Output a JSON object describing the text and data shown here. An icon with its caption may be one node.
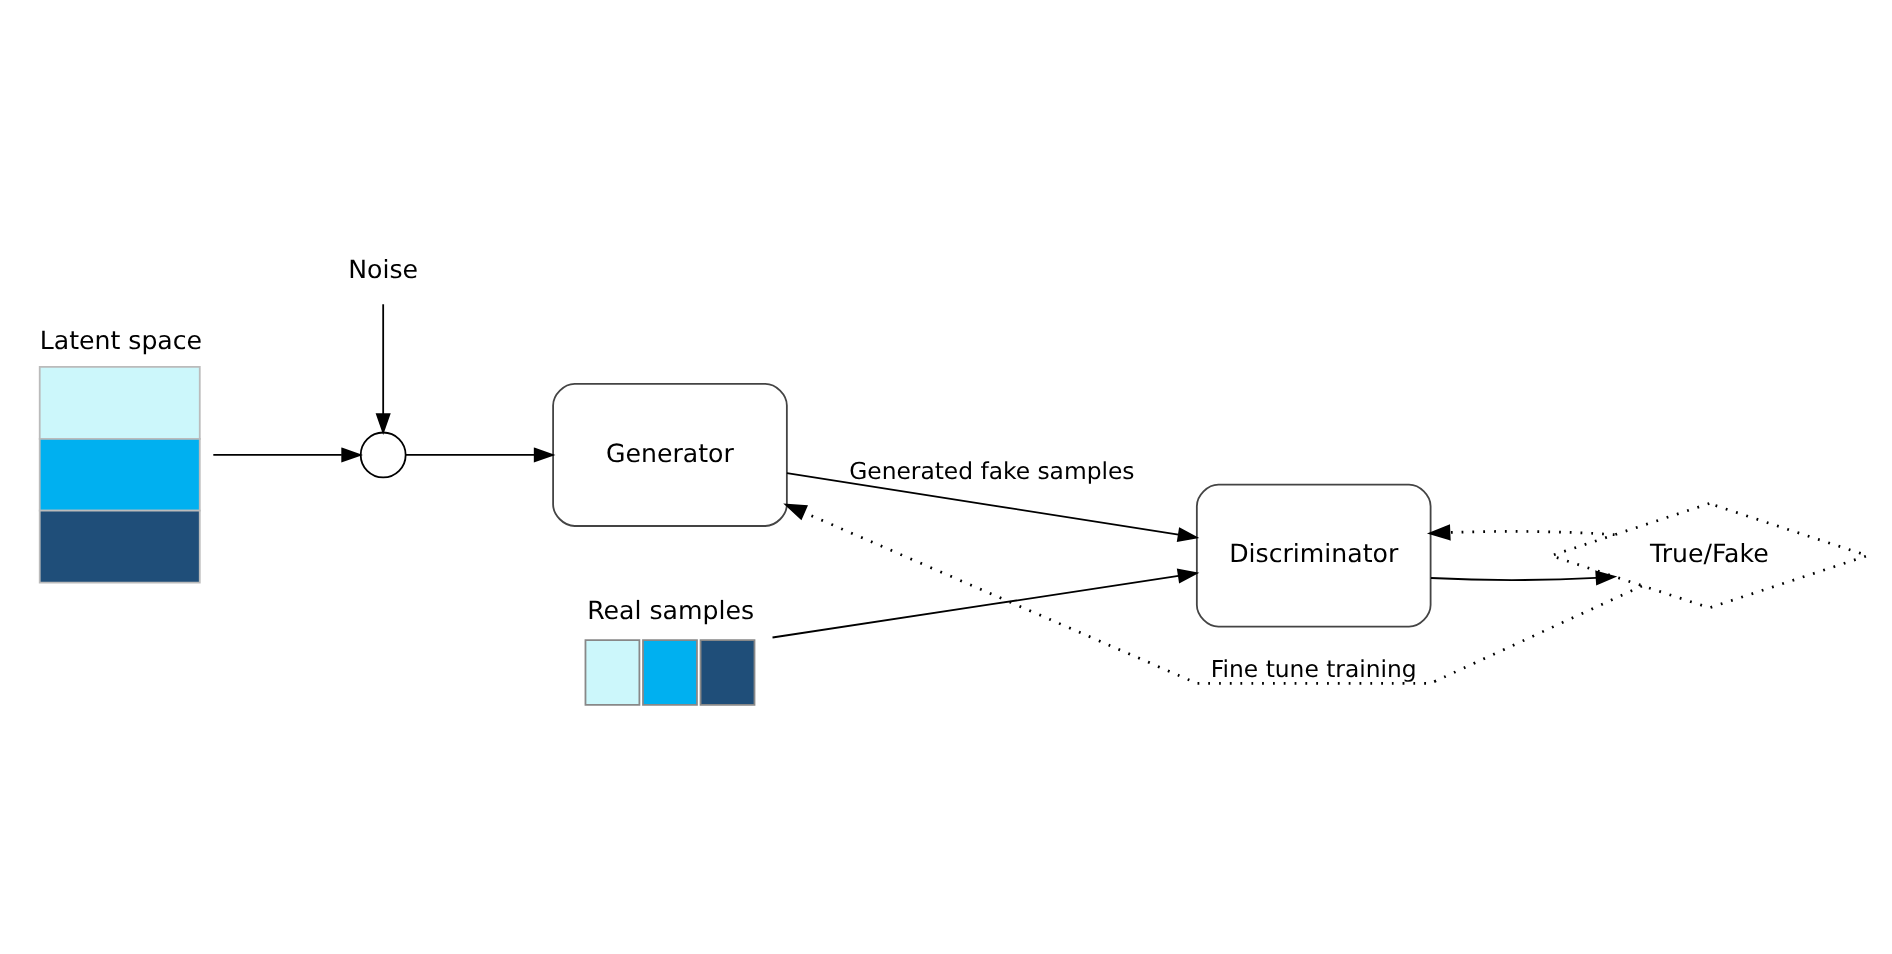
{
  "diagram": {
    "nodes": [
      {
        "text": [
          "Latent space"
        ]
      },
      {
        "text": [
          "Noise"
        ]
      },
      {
        "text": [],
        "shape": "circle"
      },
      {
        "text": [
          "Generator"
        ]
      },
      {
        "text": [
          "Real samples"
        ]
      },
      {
        "text": [
          "Discriminator"
        ]
      },
      {
        "text": [
          "True/Fake"
        ]
      }
    ],
    "edges": [
      {
        "from": 0,
        "to": 2,
        "arrow": "to"
      },
      {
        "from": 1,
        "to": 2,
        "arrow": "to"
      },
      {
        "from": 2,
        "to": 3,
        "arrow": "to"
      },
      {
        "from": 3,
        "to": 5,
        "arrow": "to",
        "label": "Generated fake samples"
      },
      {
        "from": 4,
        "to": 5,
        "arrow": "to"
      },
      {
        "from": 5,
        "to": 6,
        "arrow": "to"
      },
      {
        "from": 6,
        "to": 3,
        "arrow": "to",
        "style": "dashed",
        "label": "Fine tune training"
      },
      {
        "from": 6,
        "to": 5,
        "arrow": "to",
        "style": "dashed"
      }
    ]
  }
}
